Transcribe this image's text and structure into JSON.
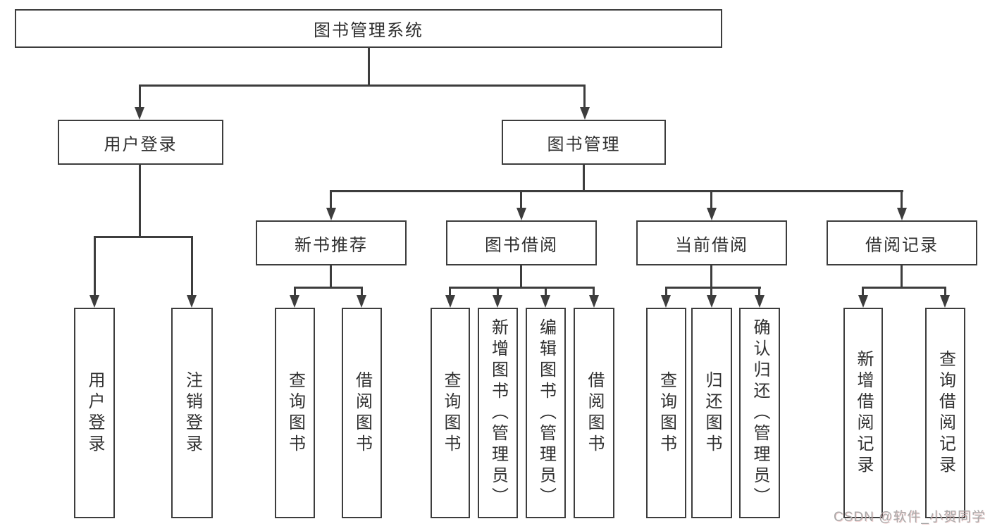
{
  "diagram": {
    "type": "hierarchy-tree",
    "root": "图书管理系统",
    "branches": [
      {
        "label": "用户登录",
        "children": [
          "用户登录",
          "注销登录"
        ]
      },
      {
        "label": "图书管理",
        "sections": [
          {
            "label": "新书推荐",
            "children": [
              "查询图书",
              "借阅图书"
            ]
          },
          {
            "label": "图书借阅",
            "children": [
              "查询图书",
              "新增图书（管理员）",
              "编辑图书（管理员）",
              "借阅图书"
            ]
          },
          {
            "label": "当前借阅",
            "children": [
              "查询图书",
              "归还图书",
              "确认归还（管理员）"
            ]
          },
          {
            "label": "借阅记录",
            "children": [
              "新增借阅记录",
              "查询借阅记录"
            ]
          }
        ]
      }
    ]
  },
  "watermark": "CSDN @软件_小贺同学",
  "colors": {
    "line": "#3d3d3d",
    "text": "#2f2f2f",
    "background": "#ffffff",
    "watermark": "#a9a9a9"
  }
}
